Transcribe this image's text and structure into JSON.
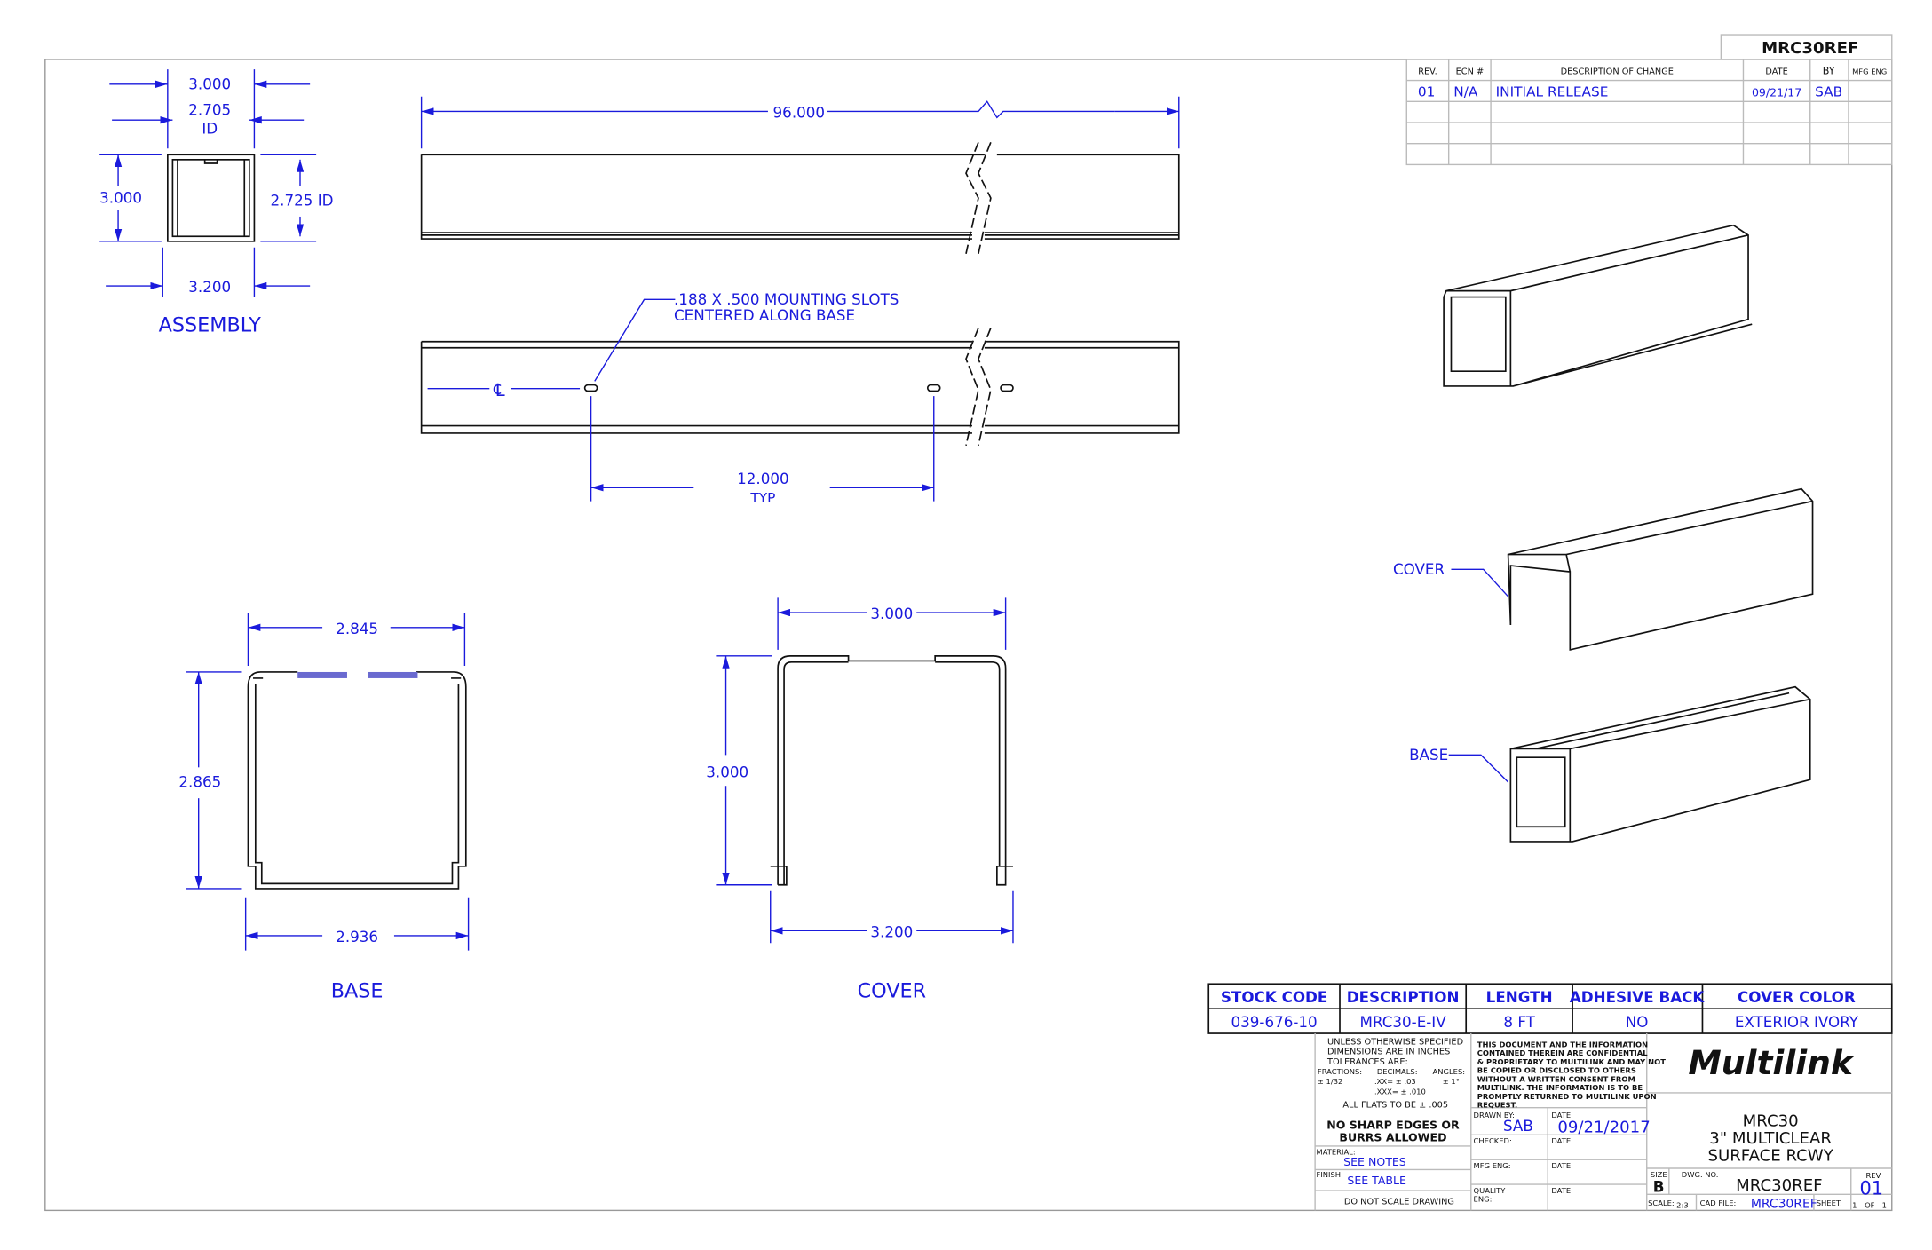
{
  "sheet_title": "MRC30REF",
  "revision_table": {
    "headers": [
      "REV.",
      "ECN #",
      "DESCRIPTION OF CHANGE",
      "DATE",
      "BY",
      "MFG ENG"
    ],
    "rows": [
      [
        "01",
        "N/A",
        "INITIAL RELEASE",
        "09/21/17",
        "SAB",
        ""
      ]
    ]
  },
  "assembly": {
    "label": "ASSEMBLY",
    "dims": {
      "outer_width_top": "3.000",
      "inner_width": "2.705",
      "inner_width_suffix": "ID",
      "height": "3.000",
      "inner_height": "2.725 ID",
      "outer_width_bottom": "3.200"
    }
  },
  "long_view": {
    "length": "96.000",
    "slot_note_1": ".188 X .500 MOUNTING SLOTS",
    "slot_note_2": "CENTERED ALONG BASE",
    "centerline": "℄",
    "slot_spacing": "12.000",
    "slot_spacing_suffix": "TYP"
  },
  "base_section": {
    "label": "BASE",
    "top_width": "2.845",
    "height": "2.865",
    "bottom_width": "2.936"
  },
  "cover_section": {
    "label": "COVER",
    "top_width": "3.000",
    "height": "3.000",
    "bottom_width": "3.200"
  },
  "iso_labels": {
    "cover": "COVER",
    "base": "BASE"
  },
  "stock_table": {
    "headers": [
      "STOCK CODE",
      "DESCRIPTION",
      "LENGTH",
      "ADHESIVE BACK",
      "COVER COLOR"
    ],
    "row": [
      "039-676-10",
      "MRC30-E-IV",
      "8 FT",
      "NO",
      "EXTERIOR IVORY"
    ]
  },
  "title_block": {
    "tolerance_lines": [
      "UNLESS OTHERWISE SPECIFIED",
      "DIMENSIONS ARE IN INCHES",
      "TOLERANCES ARE:"
    ],
    "fractions_label": "FRACTIONS:",
    "fractions_value": "± 1/32",
    "decimals_label": "DECIMALS:",
    "decimals_value_1": ".XX= ± .03",
    "decimals_value_2": ".XXX= ± .010",
    "angles_label": "ANGLES:",
    "angles_value": "± 1°",
    "flats": "ALL FLATS TO BE ± .005",
    "no_sharp_1": "NO SHARP EDGES OR",
    "no_sharp_2": "BURRS ALLOWED",
    "material_label": "MATERIAL:",
    "material_value": "SEE NOTES",
    "finish_label": "FINISH:",
    "finish_value": "SEE TABLE",
    "do_not_scale": "DO NOT SCALE DRAWING",
    "confidential": [
      "THIS DOCUMENT AND THE INFORMATION",
      "CONTAINED THEREIN ARE CONFIDENTIAL",
      "& PROPRIETARY TO MULTILINK AND MAY NOT",
      "BE COPIED OR DISCLOSED TO OTHERS",
      "WITHOUT A WRITTEN CONSENT FROM",
      "MULTILINK. THE INFORMATION IS TO BE",
      "PROMPTLY RETURNED TO MULTILINK UPON",
      "REQUEST."
    ],
    "drawn_by_label": "DRAWN BY:",
    "drawn_by": "SAB",
    "date_label": "DATE:",
    "drawn_date": "09/21/2017",
    "checked_label": "CHECKED:",
    "mfg_eng_label": "MFG ENG:",
    "quality_label_1": "QUALITY",
    "quality_label_2": "ENG:",
    "logo": "Multilink",
    "title_1": "MRC30",
    "title_2": "3\" MULTICLEAR",
    "title_3": "SURFACE RCWY",
    "size_label": "SIZE",
    "size": "B",
    "dwg_no_label": "DWG. NO.",
    "dwg_no": "MRC30REF",
    "rev_label": "REV.",
    "rev": "01",
    "scale_label": "SCALE:",
    "scale": "2:3",
    "cad_file_label": "CAD FILE:",
    "cad_file": "MRC30REF",
    "sheet_label": "SHEET:",
    "sheet": "1",
    "of_label": "OF",
    "sheet_total": "1"
  }
}
